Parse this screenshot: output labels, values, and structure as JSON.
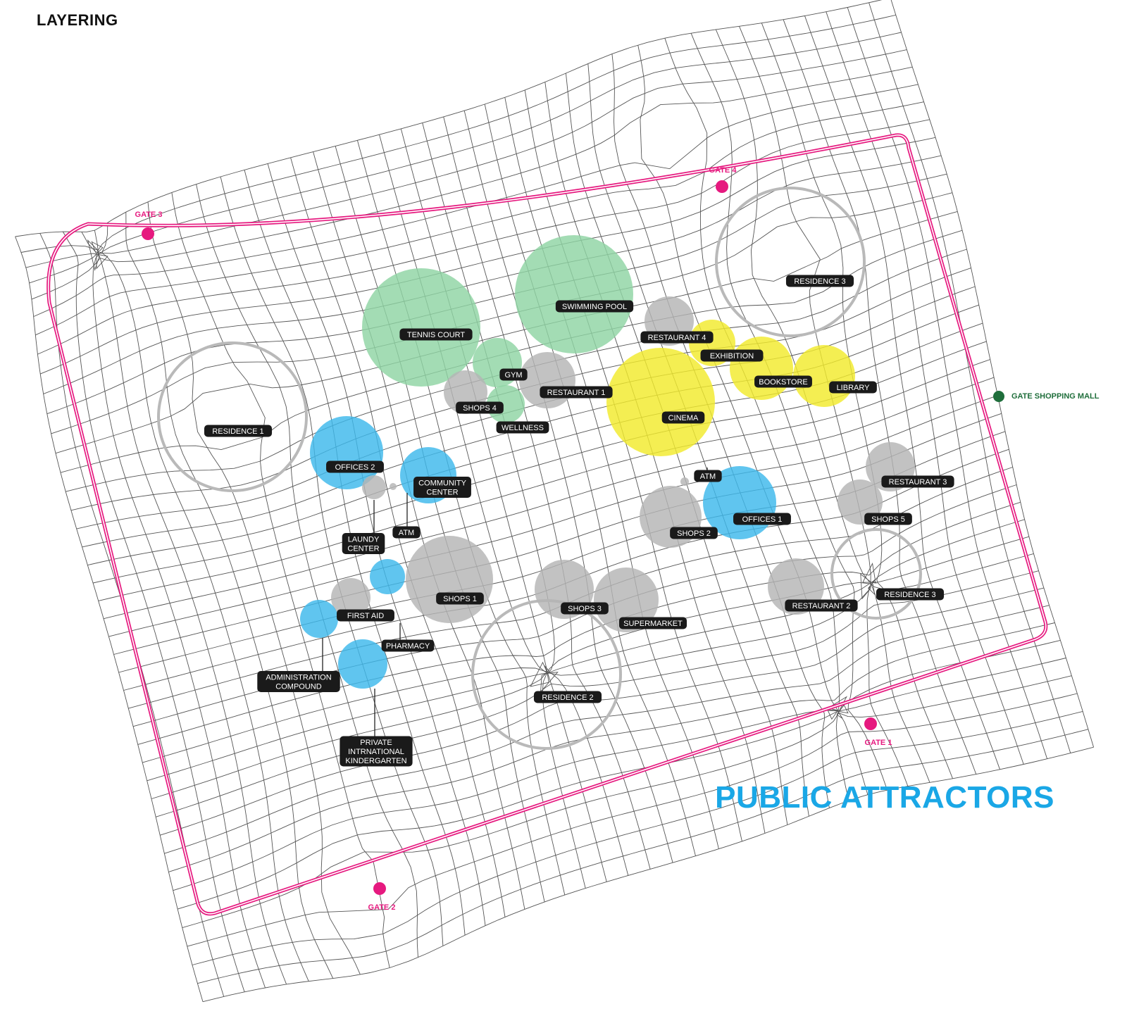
{
  "header": {
    "title": "LAYERING"
  },
  "footer": {
    "title": "PUBLIC ATTRACTORS"
  },
  "colors": {
    "route": "#e6197f",
    "gate": "#e6197f",
    "mall_gate": "#1f6e3b",
    "sport": "#8fd4a4",
    "culture": "#f2ea2c",
    "office": "#3db8ec",
    "service": "#b4b4b4",
    "residence_ring": "#b9b9b9",
    "label_bg": "#1a1a1a",
    "label_text": "#ffffff",
    "grid": "#555555"
  },
  "gates": [
    {
      "label": "GATE 3"
    },
    {
      "label": "GATE 4"
    },
    {
      "label": "GATE 1"
    },
    {
      "label": "GATE 2"
    }
  ],
  "mall_gate": {
    "label": "GATE SHOPPING MALL"
  },
  "residences": [
    {
      "label": "RESIDENCE 1"
    },
    {
      "label": "RESIDENCE 2"
    },
    {
      "label": "RESIDENCE 3"
    },
    {
      "label": "RESIDENCE 3"
    }
  ],
  "attractors": [
    {
      "label": "TENNIS COURT",
      "category": "sport"
    },
    {
      "label": "SWIMMING POOL",
      "category": "sport"
    },
    {
      "label": "GYM",
      "category": "sport"
    },
    {
      "label": "WELLNESS",
      "category": "sport"
    },
    {
      "label": "SHOPS 4",
      "category": "service"
    },
    {
      "label": "RESTAURANT 1",
      "category": "service"
    },
    {
      "label": "RESTAURANT 4",
      "category": "service"
    },
    {
      "label": "EXHIBITION",
      "category": "culture"
    },
    {
      "label": "BOOKSTORE",
      "category": "culture"
    },
    {
      "label": "LIBRARY",
      "category": "culture"
    },
    {
      "label": "CINEMA",
      "category": "culture"
    },
    {
      "label": "ATM",
      "category": "service"
    },
    {
      "label": "OFFICES 1",
      "category": "office"
    },
    {
      "label": "SHOPS 2",
      "category": "service"
    },
    {
      "label": "RESTAURANT 3",
      "category": "service"
    },
    {
      "label": "SHOPS 5",
      "category": "service"
    },
    {
      "label": "RESTAURANT 2",
      "category": "service"
    },
    {
      "label": "OFFICES 2",
      "category": "office"
    },
    {
      "label": "COMMUNITY\nCENTER",
      "category": "office"
    },
    {
      "label": "LAUNDY\nCENTER",
      "category": "service"
    },
    {
      "label": "ATM",
      "category": "service"
    },
    {
      "label": "SHOPS 1",
      "category": "service"
    },
    {
      "label": "FIRST AID",
      "category": "office"
    },
    {
      "label": "PHARMACY",
      "category": "service"
    },
    {
      "label": "ADMINISTRATION\nCOMPOUND",
      "category": "office"
    },
    {
      "label": "PRIVATE\nINTRNATIONAL\nKINDERGARTEN",
      "category": "office"
    },
    {
      "label": "SHOPS 3",
      "category": "service"
    },
    {
      "label": "SUPERMARKET",
      "category": "service"
    }
  ]
}
